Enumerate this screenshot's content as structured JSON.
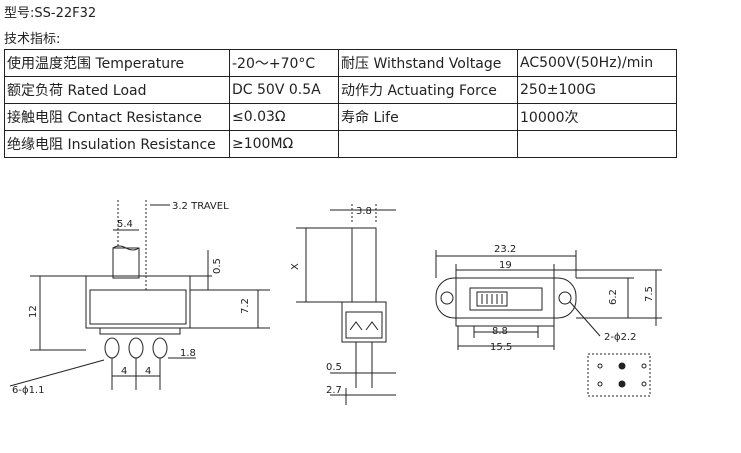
{
  "header": {
    "model": "型号:SS-22F32",
    "specs_heading": "技术指标:"
  },
  "specs": [
    [
      "使用温度范围 Temperature",
      "-20～+70°C",
      "耐压 Withstand Voltage",
      "AC500V(50Hz)/min"
    ],
    [
      "额定负荷 Rated Load",
      "DC 50V 0.5A",
      "动作力 Actuating Force",
      "250±100G"
    ],
    [
      "接触电阻 Contact Resistance",
      "≤0.03Ω",
      "寿命 Life",
      "10000次"
    ],
    [
      "绝缘电阻 Insulation Resistance",
      "≥100MΩ",
      "",
      ""
    ]
  ],
  "drawing": {
    "side": {
      "travel": "3.2 TRAVEL",
      "w54": "5.4",
      "h05": "0.5",
      "h72": "7.2",
      "h12": "12",
      "p4a": "4",
      "p4b": "4",
      "w18": "1.8",
      "pins": "6-ϕ1.1"
    },
    "front": {
      "w38": "3.8",
      "x": "X",
      "w05": "0.5",
      "w27": "2.7"
    },
    "top": {
      "w232": "23.2",
      "w19": "19",
      "w88": "8.8",
      "w155": "15.5",
      "h62": "6.2",
      "h75": "7.5",
      "holes": "2-ϕ2.2"
    }
  }
}
